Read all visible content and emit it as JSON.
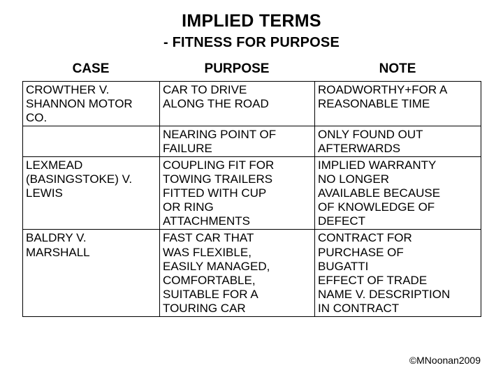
{
  "slide": {
    "title": "IMPLIED TERMS",
    "subtitle": "-  FITNESS FOR PURPOSE",
    "copyright": "©MNoonan2009"
  },
  "table": {
    "headers": {
      "case": "CASE",
      "purpose": "PURPOSE",
      "note": "NOTE"
    },
    "rows": [
      {
        "case": "CROWTHER V.\nSHANNON MOTOR\nCO.",
        "purpose": "CAR TO DRIVE\nALONG THE ROAD",
        "note": "ROADWORTHY+FOR A\nREASONABLE TIME"
      },
      {
        "case": "",
        "purpose": "NEARING POINT OF\nFAILURE",
        "note": "ONLY FOUND OUT\nAFTERWARDS"
      },
      {
        "case": "LEXMEAD\n(BASINGSTOKE) V.\nLEWIS",
        "purpose": "COUPLING FIT FOR\nTOWING TRAILERS\nFITTED WITH CUP\nOR RING\nATTACHMENTS",
        "note": "IMPLIED WARRANTY\nNO LONGER\nAVAILABLE BECAUSE\nOF KNOWLEDGE OF\nDEFECT"
      },
      {
        "case": "BALDRY V.\nMARSHALL",
        "purpose": "FAST CAR THAT\nWAS FLEXIBLE,\nEASILY MANAGED,\nCOMFORTABLE,\nSUITABLE FOR A\nTOURING CAR",
        "note": "CONTRACT FOR\nPURCHASE OF\nBUGATTI\nEFFECT OF TRADE\nNAME V. DESCRIPTION\nIN CONTRACT"
      }
    ]
  }
}
